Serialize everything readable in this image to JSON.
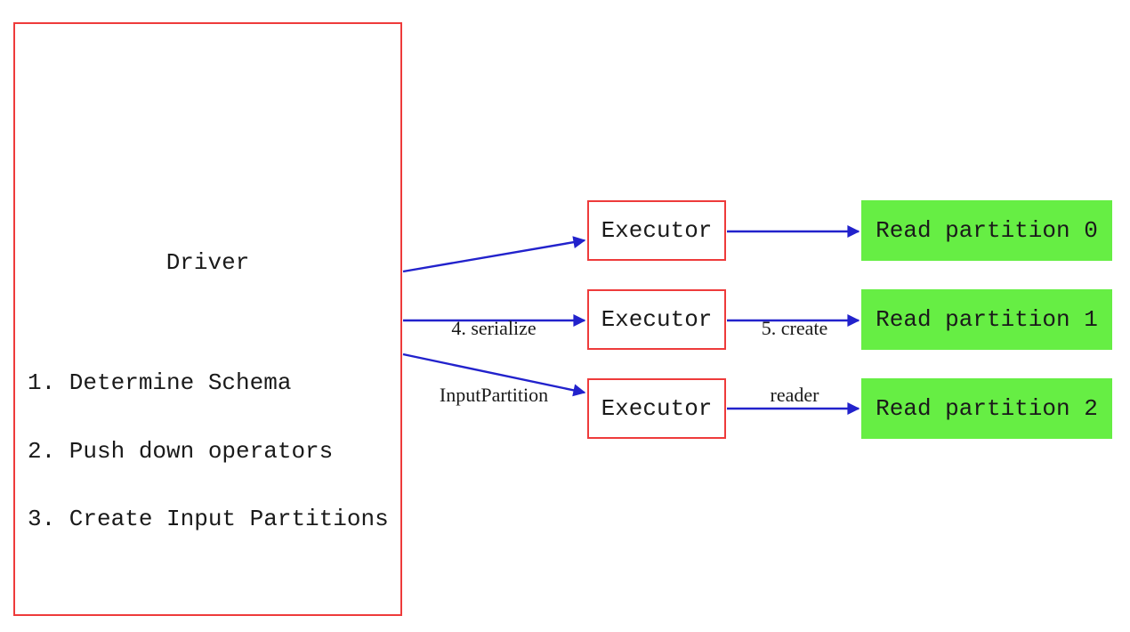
{
  "colors": {
    "box_border": "#ee3b3b",
    "arrow": "#2222cc",
    "partition_fill": "#66ee44",
    "ink": "#1a1a1a"
  },
  "driver": {
    "title": "Driver",
    "steps": [
      "1. Determine Schema",
      "2. Push down operators",
      "3. Create Input Partitions"
    ]
  },
  "executors": [
    {
      "label": "Executor"
    },
    {
      "label": "Executor"
    },
    {
      "label": "Executor"
    }
  ],
  "partitions": [
    {
      "label": "Read partition 0"
    },
    {
      "label": "Read partition 1"
    },
    {
      "label": "Read partition 2"
    }
  ],
  "edge_labels": {
    "serialize": {
      "line1": "4. serialize",
      "line2": "InputPartition"
    },
    "create_reader": {
      "line1": "5. create",
      "line2": "reader"
    }
  }
}
